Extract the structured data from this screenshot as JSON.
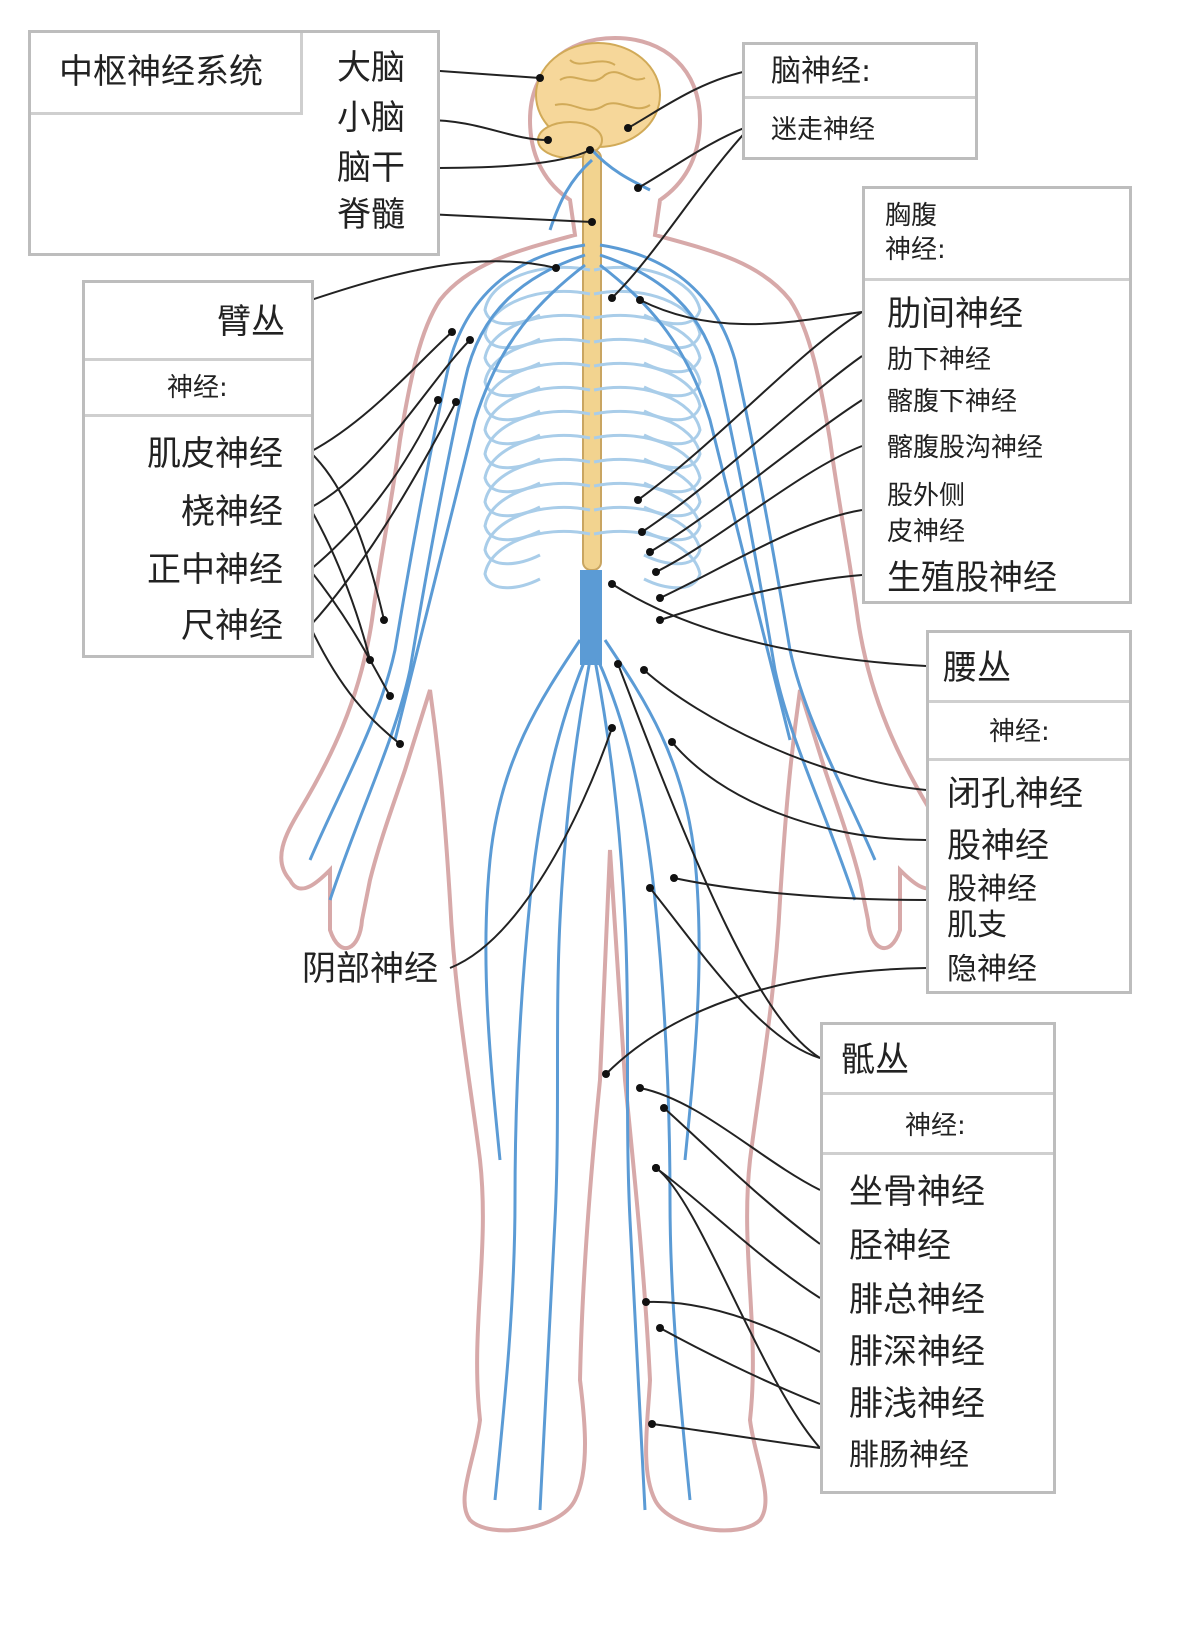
{
  "colors": {
    "nerve": "#5b9bd5",
    "nerve_light": "#a9cde9",
    "body_outline": "#d7a9a9",
    "brain": "#f6d79a",
    "spinal_cord": "#f2d38f",
    "leader": "#222222",
    "box_border": "#bdbdbd"
  },
  "cns": {
    "title": "中枢神经系统",
    "items": [
      "大脑",
      "小脑",
      "脑干",
      "脊髓"
    ]
  },
  "cranial": {
    "title": "脑神经:",
    "items": [
      "迷走神经"
    ]
  },
  "thoracoabdominal": {
    "title_line1": "胸腹",
    "title_line2": "神经:",
    "items": [
      "肋间神经",
      "肋下神经",
      "髂腹下神经",
      "髂腹股沟神经",
      "股外侧",
      "皮神经",
      "生殖股神经"
    ]
  },
  "brachial": {
    "title": "臂丛",
    "subtitle": "神经:",
    "items": [
      "肌皮神经",
      "桡神经",
      "正中神经",
      "尺神经"
    ]
  },
  "lumbar": {
    "title": "腰丛",
    "subtitle": "神经:",
    "items": [
      "闭孔神经",
      "股神经",
      "股神经",
      "肌支",
      "隐神经"
    ]
  },
  "pudendal": {
    "label": "阴部神经"
  },
  "sacral": {
    "title": "骶丛",
    "subtitle": "神经:",
    "items": [
      "坐骨神经",
      "胫神经",
      "腓总神经",
      "腓深神经",
      "腓浅神经",
      "腓肠神经"
    ]
  }
}
